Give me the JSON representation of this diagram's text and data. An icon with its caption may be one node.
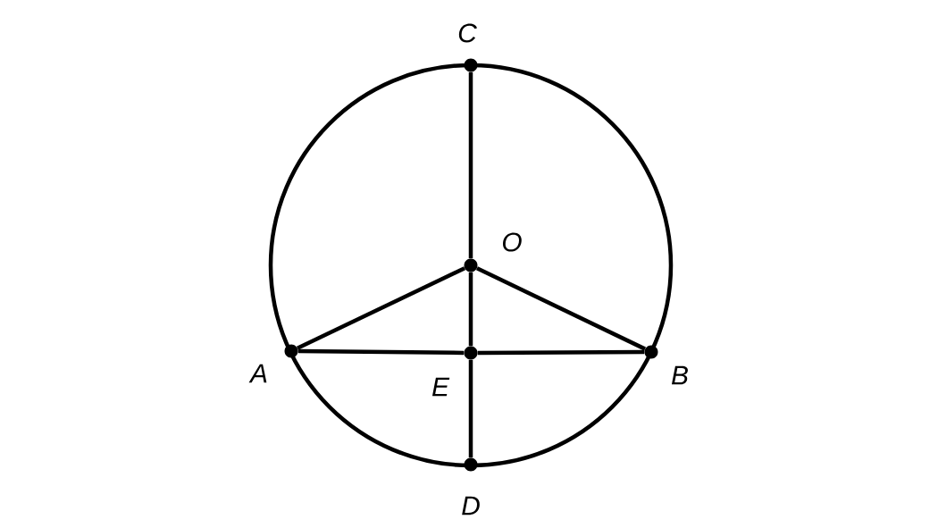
{
  "diagram": {
    "nodes": [
      {
        "text": [
          "C"
        ]
      },
      {
        "text": [
          "O"
        ]
      },
      {
        "text": [
          "A"
        ]
      },
      {
        "text": [
          "E"
        ]
      },
      {
        "text": [
          "B"
        ]
      },
      {
        "text": [
          "D"
        ]
      }
    ],
    "edges": [
      {
        "from": 0,
        "to": 1,
        "arrow": "none"
      },
      {
        "from": 1,
        "to": 3,
        "arrow": "none"
      },
      {
        "from": 3,
        "to": 5,
        "arrow": "none"
      },
      {
        "from": 1,
        "to": 2,
        "arrow": "none"
      },
      {
        "from": 1,
        "to": 4,
        "arrow": "none"
      },
      {
        "from": 2,
        "to": 3,
        "arrow": "none"
      },
      {
        "from": 3,
        "to": 4,
        "arrow": "none"
      }
    ]
  }
}
